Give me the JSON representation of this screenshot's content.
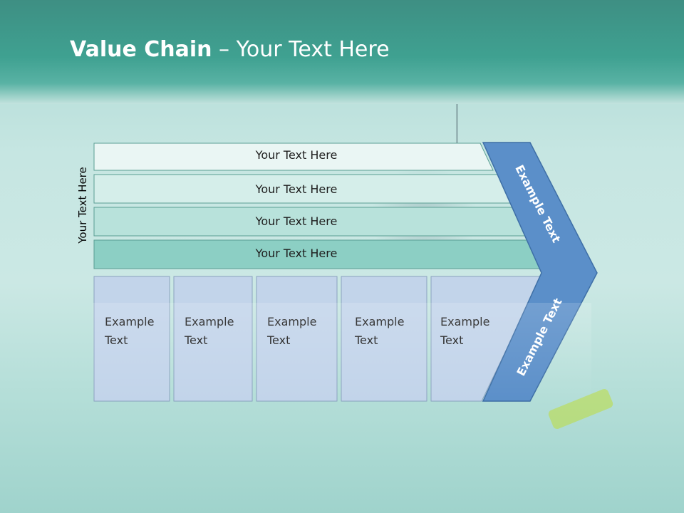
{
  "title": {
    "bold": "Value Chain",
    "rest": " – Your Text Here"
  },
  "side_label": "Your Text Here",
  "rows": [
    {
      "label": "Your Text Here",
      "fill": "#eaf6f4"
    },
    {
      "label": "Your Text Here",
      "fill": "#d5eeea"
    },
    {
      "label": "Your Text Here",
      "fill": "#b8e2db"
    },
    {
      "label": "Your Text Here",
      "fill": "#8ccfc4"
    }
  ],
  "boxes": [
    {
      "label_line1": "Example",
      "label_line2": "Text"
    },
    {
      "label_line1": "Example",
      "label_line2": "Text"
    },
    {
      "label_line1": "Example",
      "label_line2": "Text"
    },
    {
      "label_line1": "Example",
      "label_line2": "Text"
    },
    {
      "label_line1": "Example",
      "label_line2": "Text"
    }
  ],
  "chevron": {
    "upper_text": "Example Text",
    "lower_text": "Example Text",
    "color": "#5b8fc9"
  },
  "box_fill": "#c2d4ea"
}
